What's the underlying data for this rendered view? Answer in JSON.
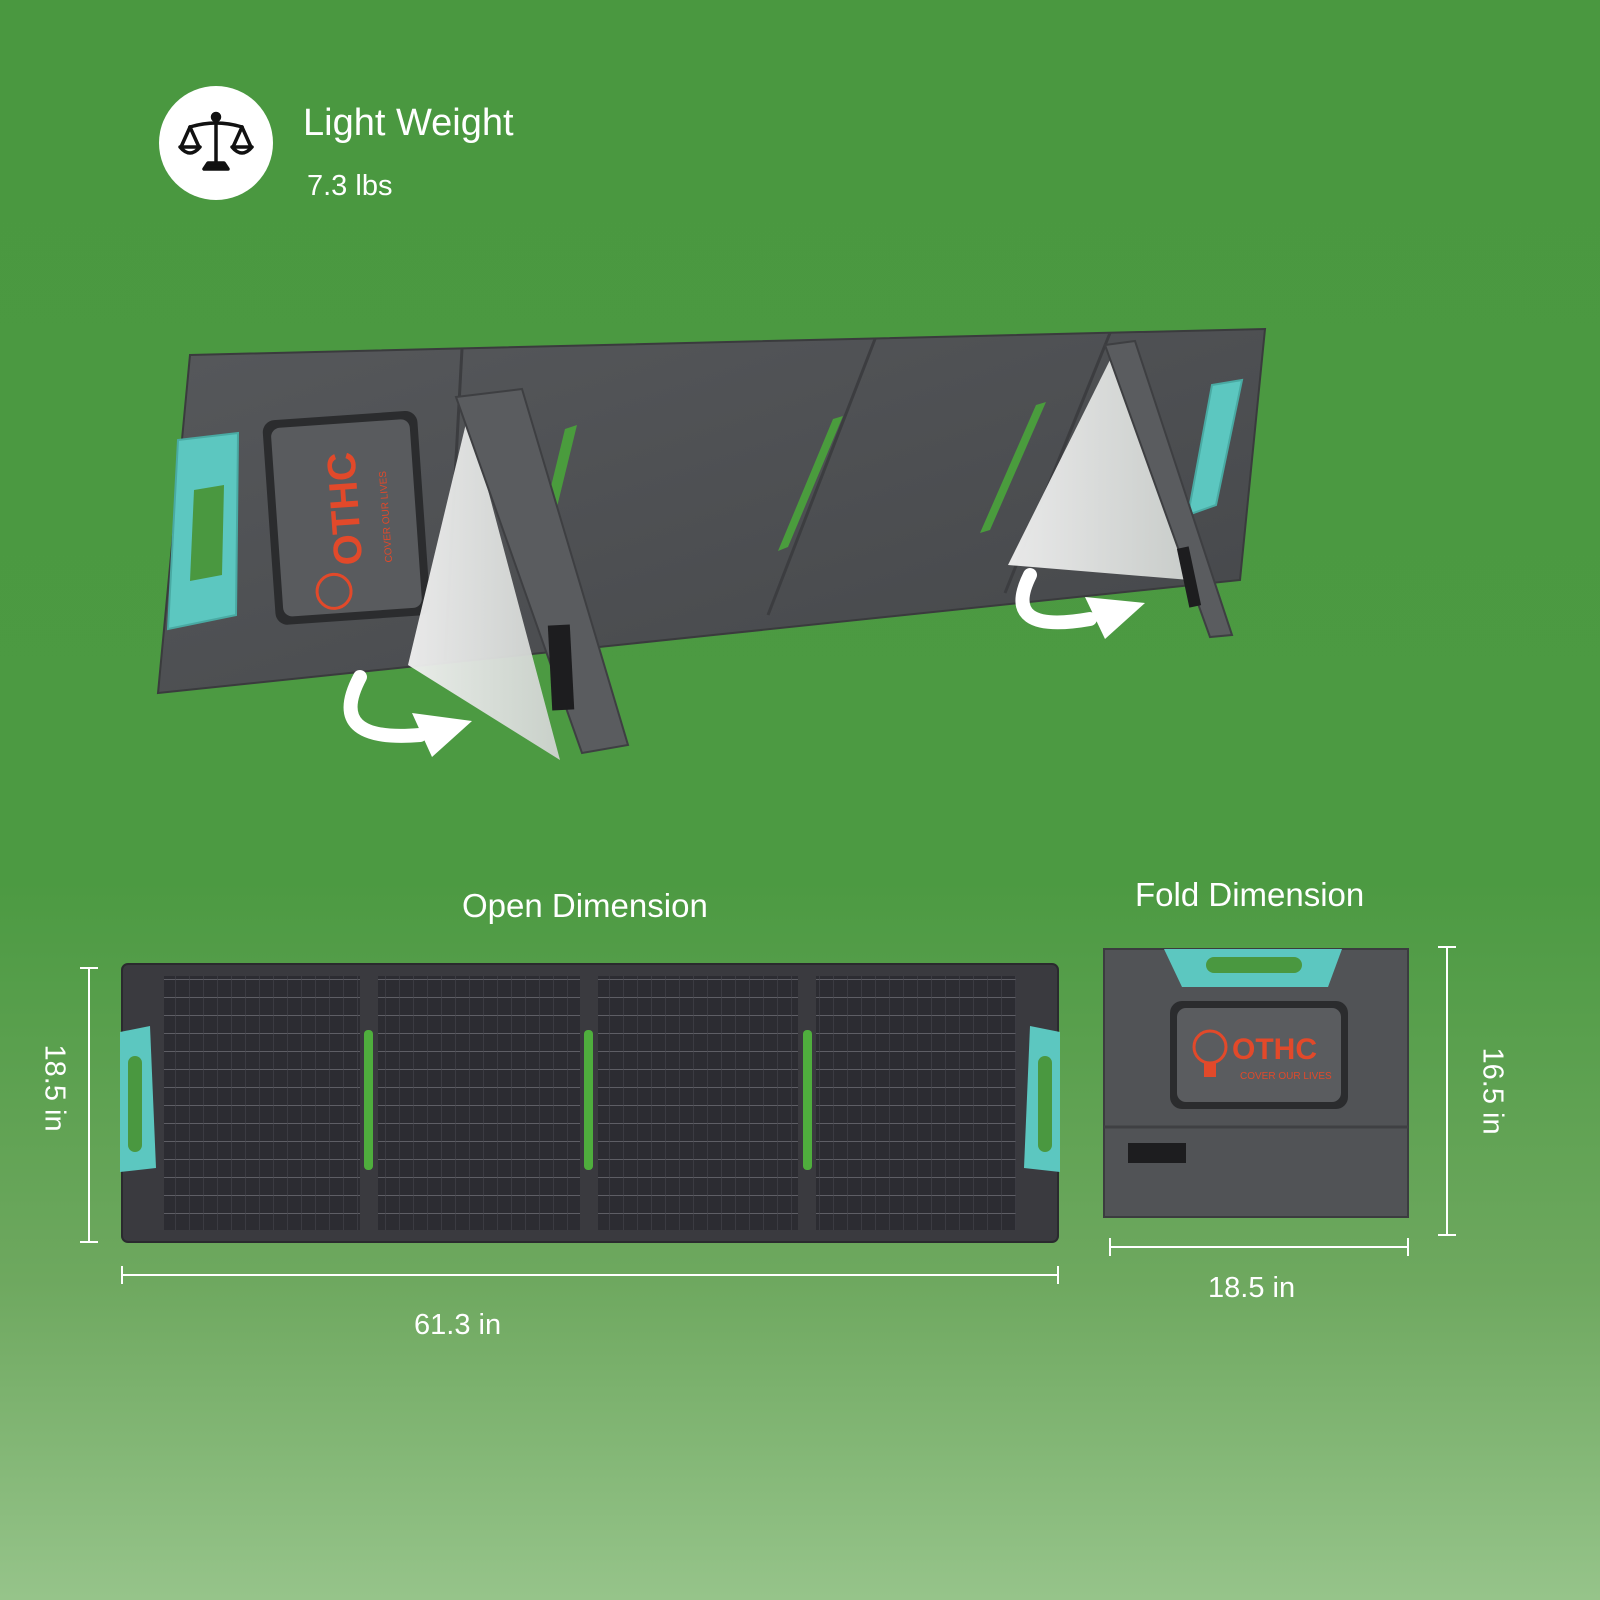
{
  "feature": {
    "icon": "balance-scale-icon",
    "title": "Light Weight",
    "value": "7.3 lbs"
  },
  "brand": {
    "logo_text": "OTHC",
    "tagline": "COVER OUR LIVES",
    "color": "#e2492a"
  },
  "colors": {
    "background": "#4a9840",
    "panel_fabric": "#4d4f52",
    "handle": "#5cc7c0",
    "cell": "#2b2b30"
  },
  "open_dimension": {
    "title": "Open Dimension",
    "width": "61.3 in",
    "height": "18.5 in"
  },
  "fold_dimension": {
    "title": "Fold Dimension",
    "width": "18.5 in",
    "height": "16.5 in"
  }
}
